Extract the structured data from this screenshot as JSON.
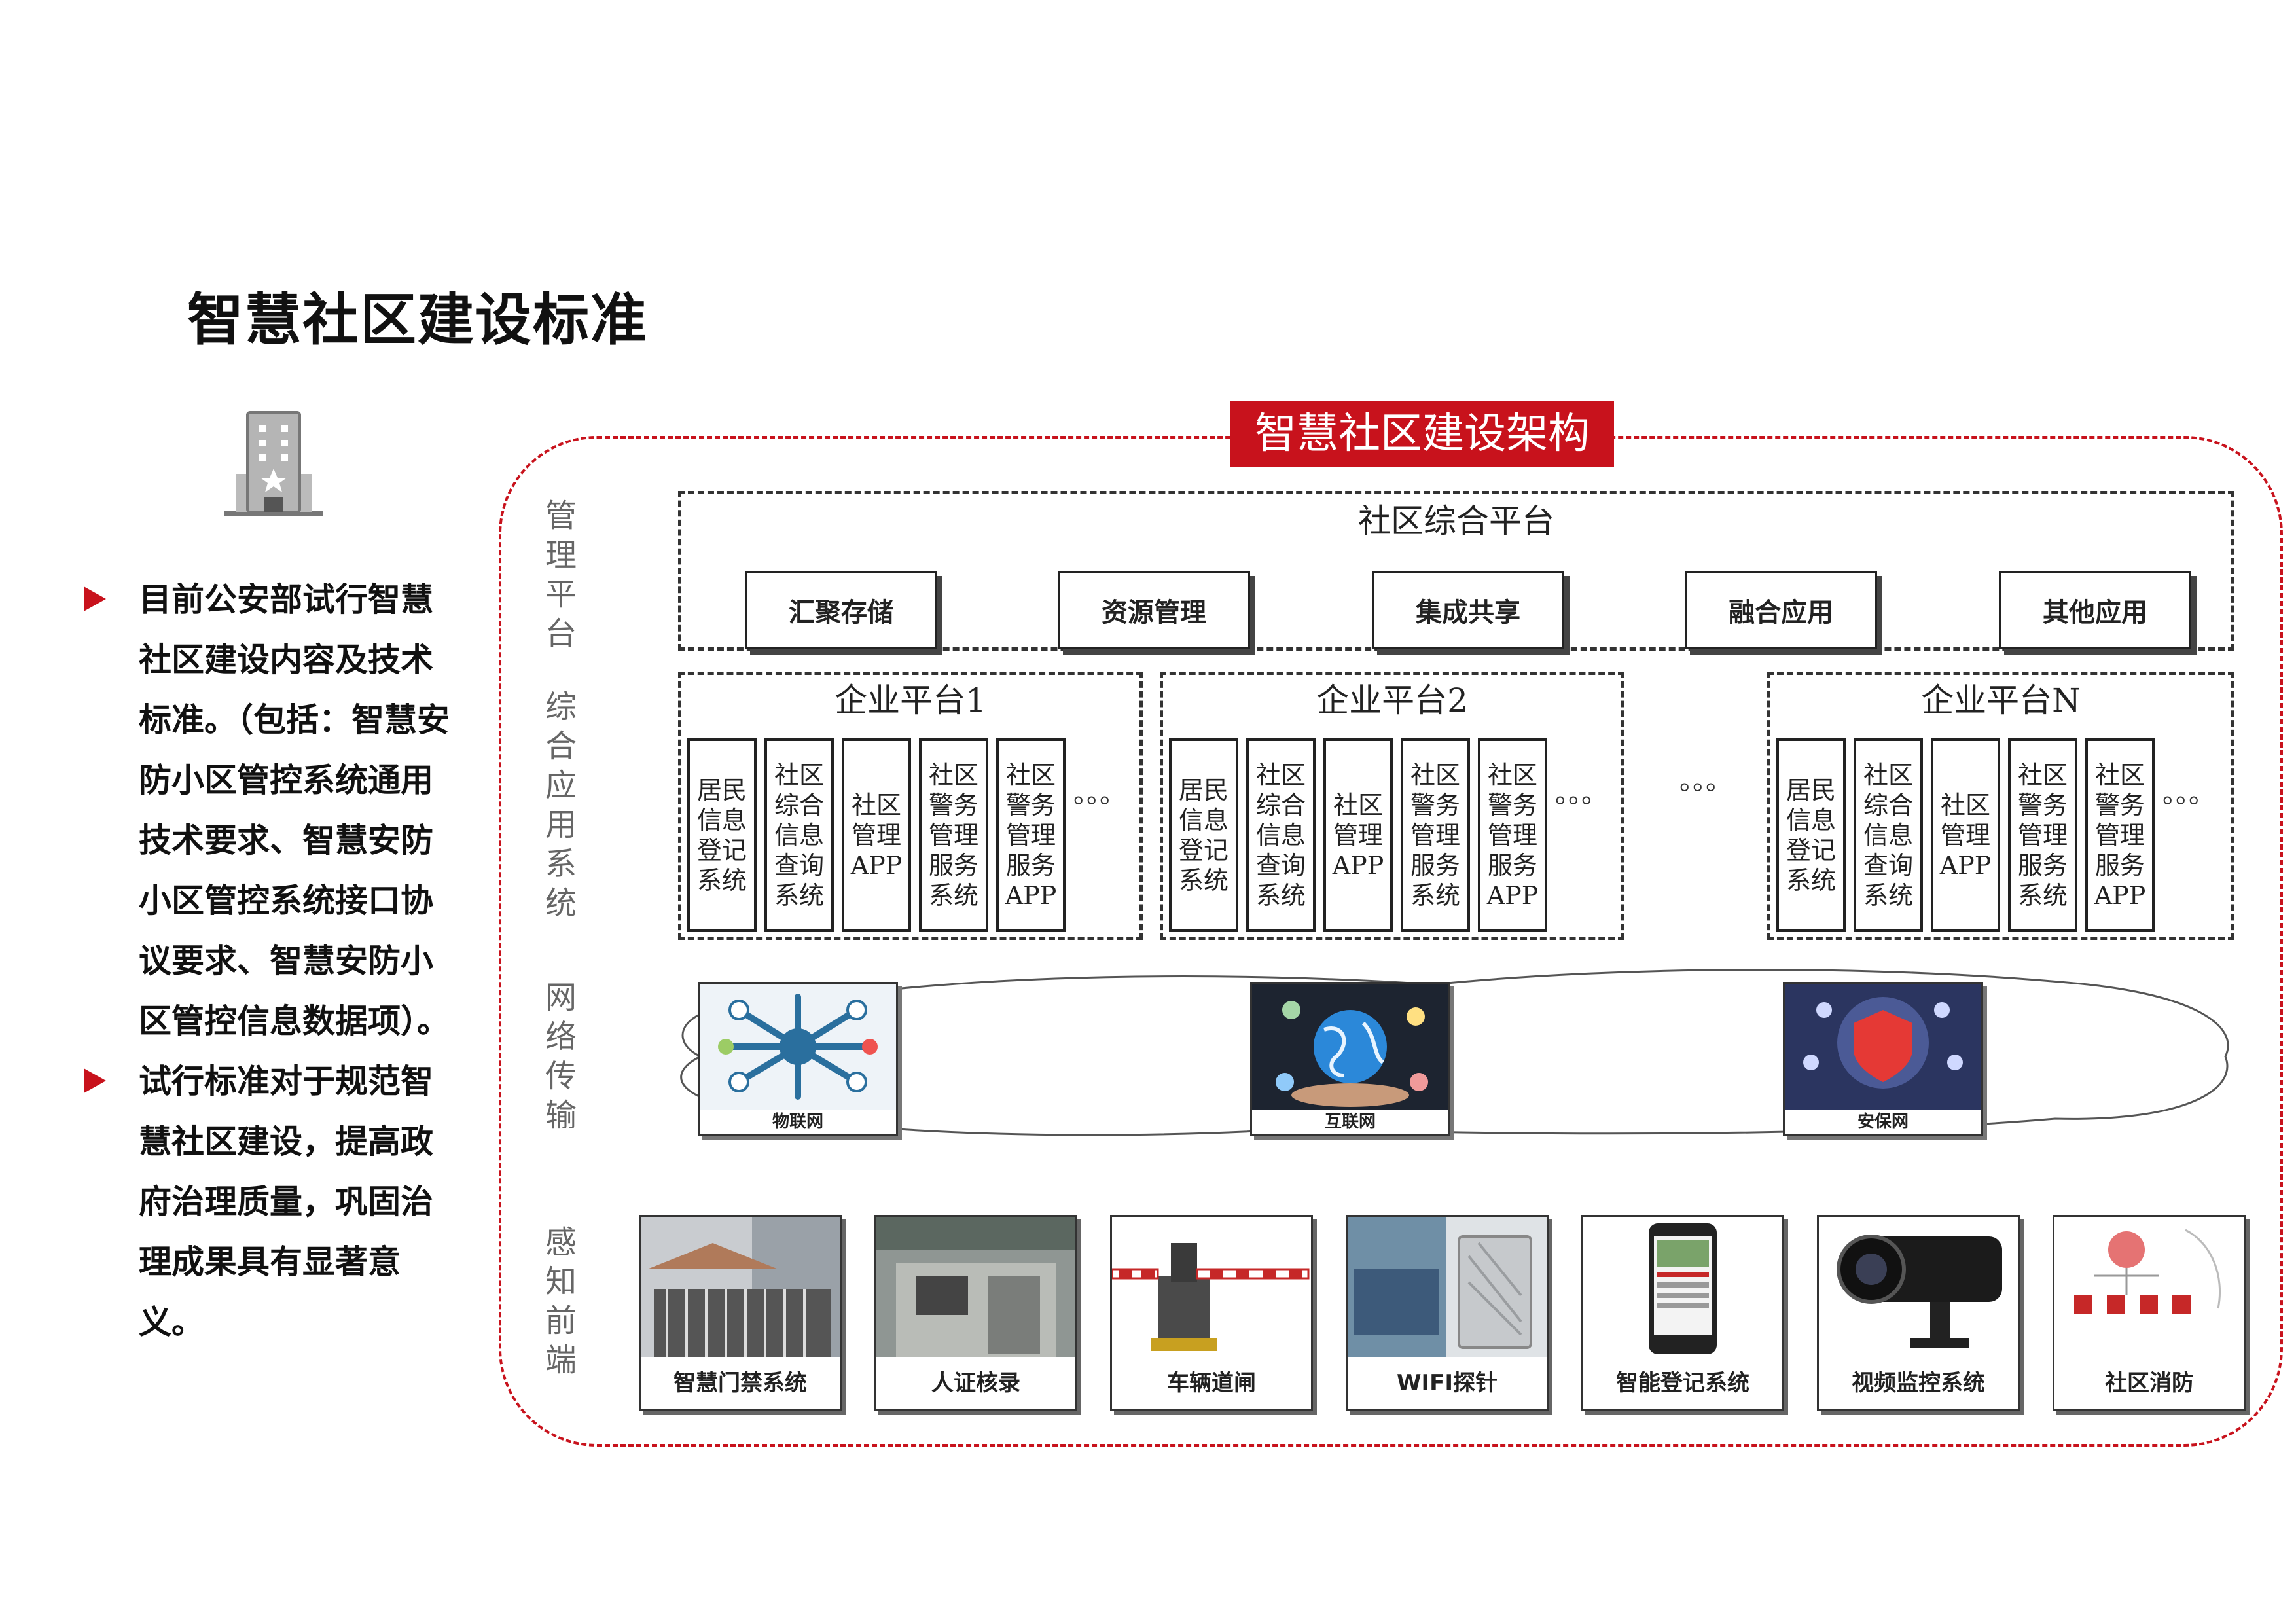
{
  "title": "智慧社区建设标准",
  "bullets": [
    "目前公安部试行智慧社区建设内容及技术标准。（包括：智慧安防小区管控系统通用技术要求、智慧安防小区管控系统接口协议要求、智慧安防小区管控信息数据项）。",
    "试行标准对于规范智慧社区建设，提高政府治理质量，巩固治理成果具有显著意义。"
  ],
  "diagram": {
    "title": "智慧社区建设架构",
    "layers": [
      "管理平台",
      "综合应用系统",
      "网络传输",
      "感知前端"
    ],
    "platform": {
      "title": "社区综合平台",
      "modules": [
        "汇聚存储",
        "资源管理",
        "集成共享",
        "融合应用",
        "其他应用"
      ]
    },
    "enterprises": [
      {
        "title": "企业平台1",
        "systems": [
          "居民信息登记系统",
          "社区综合信息查询系统",
          "社区管理APP",
          "社区警务管理服务系统",
          "社区警务管理服务APP"
        ],
        "more": "。。。"
      },
      {
        "title": "企业平台2",
        "systems": [
          "居民信息登记系统",
          "社区综合信息查询系统",
          "社区管理APP",
          "社区警务管理服务系统",
          "社区警务管理服务APP"
        ],
        "more": "。。。"
      },
      {
        "title": "企业平台N",
        "systems": [
          "居民信息登记系统",
          "社区综合信息查询系统",
          "社区管理APP",
          "社区警务管理服务系统",
          "社区警务管理服务APP"
        ],
        "more": "。。。"
      }
    ],
    "between_dots": "。。。",
    "networks": [
      "物联网",
      "互联网",
      "安保网"
    ],
    "devices": [
      "智慧门禁系统",
      "人证核录",
      "车辆道闸",
      "WIFI探针",
      "智能登记系统",
      "视频监控系统",
      "社区消防"
    ]
  },
  "colors": {
    "accent": "#c8121c"
  }
}
